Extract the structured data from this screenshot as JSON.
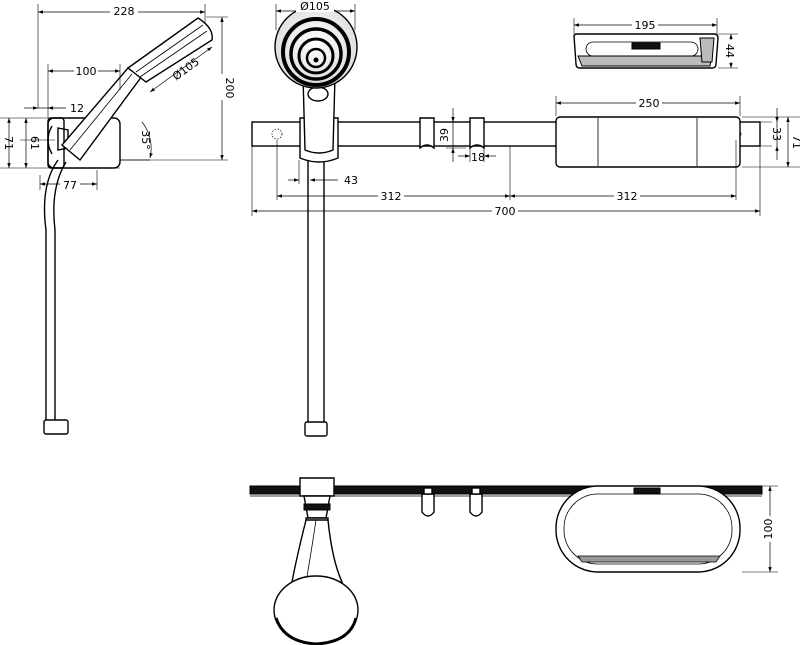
{
  "dimensions": {
    "side_width": "228",
    "side_height": "200",
    "side_holder_offset": "100",
    "side_head_dia": "Ø105",
    "side_wall_gap": "12",
    "side_height_71": "71",
    "side_height_61": "61",
    "side_angle": "35°",
    "side_depth": "77",
    "front_head_dia": "Ø105",
    "front_tray_width": "250",
    "front_slider_height": "39",
    "front_slider_width": "18",
    "front_slider_offset": "43",
    "front_left_span": "312",
    "front_right_span": "312",
    "front_total_length": "700",
    "front_bar_height": "33",
    "front_tray_height": "71",
    "tray_width": "195",
    "tray_height": "44",
    "top_tray_depth": "100"
  }
}
